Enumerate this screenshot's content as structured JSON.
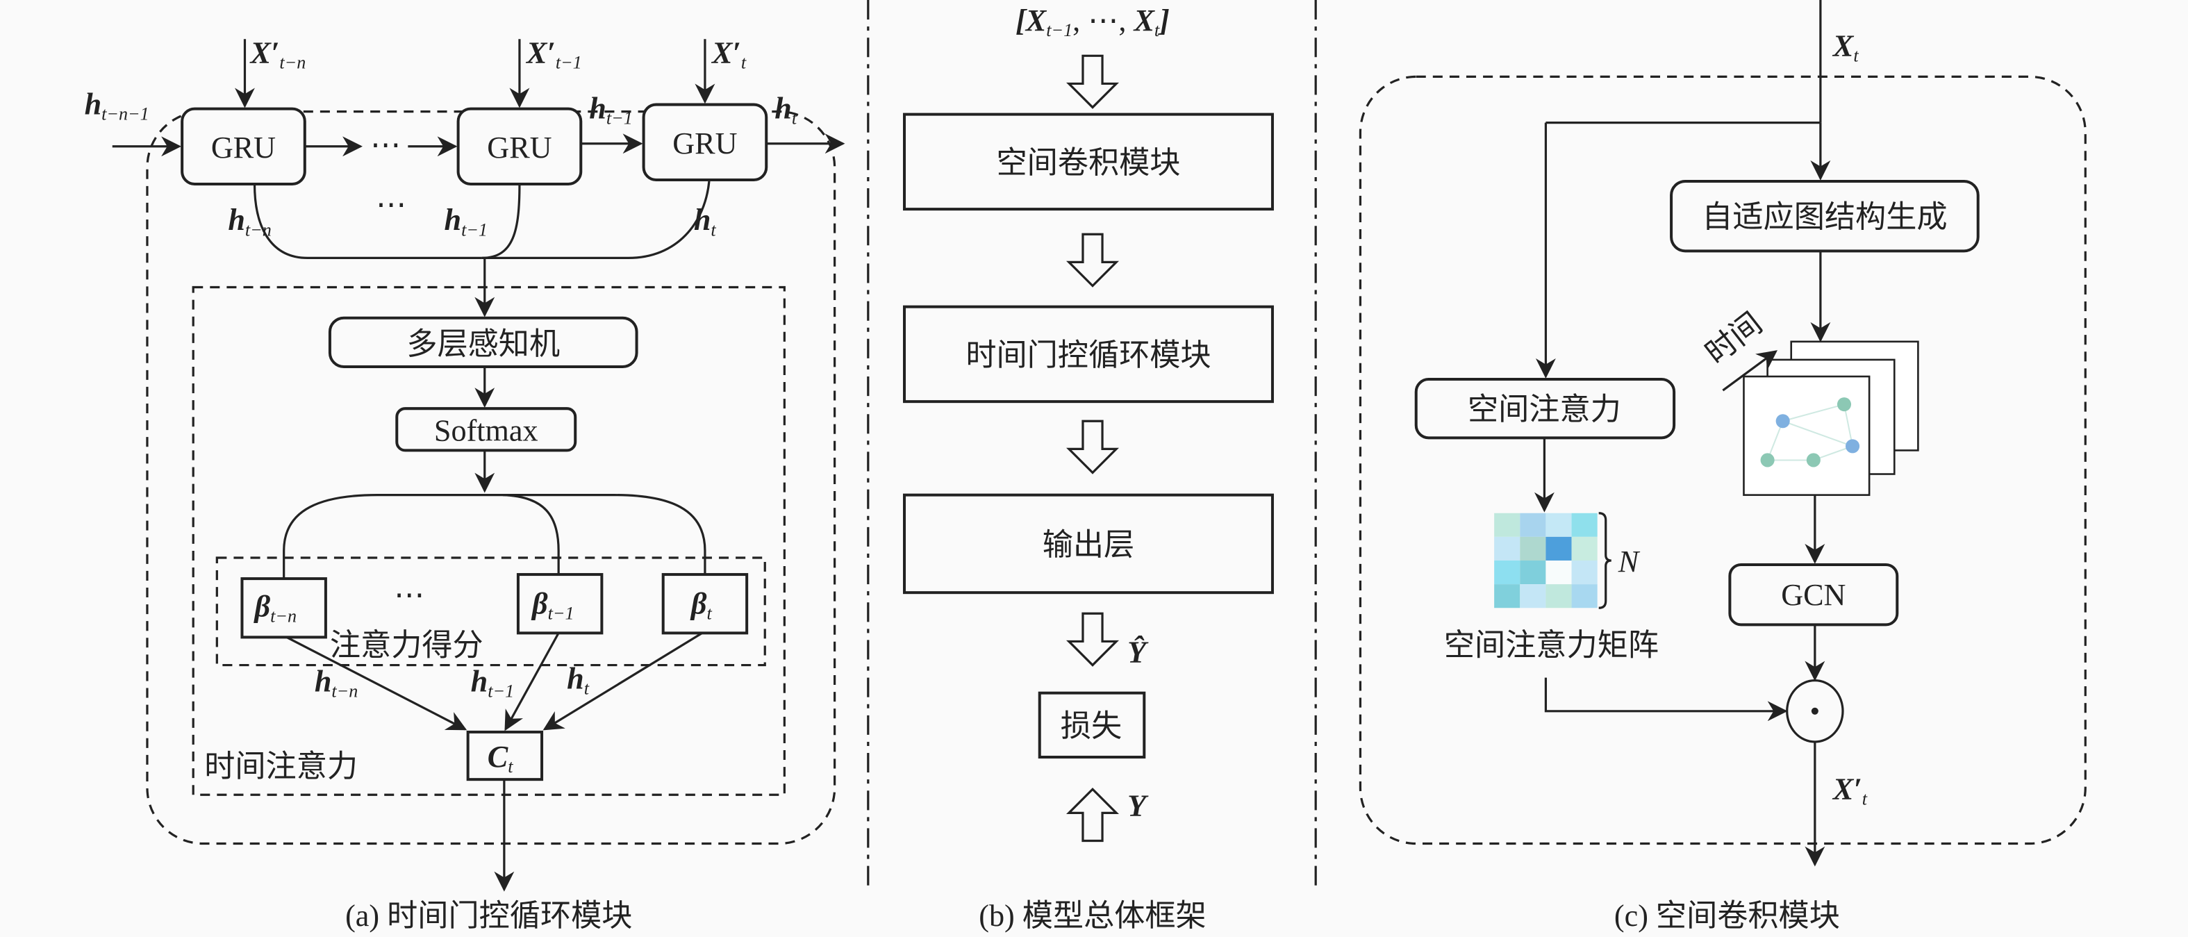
{
  "panel_a": {
    "caption": "(a) 时间门控循环模块",
    "gru_label": "GRU",
    "x_tn": {
      "base": "X′",
      "sub": "t−n"
    },
    "x_t1": {
      "base": "X′",
      "sub": "t−1"
    },
    "x_t": {
      "base": "X′",
      "sub": "t"
    },
    "h_tn1": {
      "base": "h",
      "sub": "t−n−1"
    },
    "h_t1_top": {
      "base": "h",
      "sub": "t−1"
    },
    "h_t_top": {
      "base": "h",
      "sub": "t"
    },
    "h_tn": {
      "base": "h",
      "sub": "t−n"
    },
    "h_t1": {
      "base": "h",
      "sub": "t−1"
    },
    "h_t": {
      "base": "h",
      "sub": "t"
    },
    "ellipsis": "⋯",
    "mlp": "多层感知机",
    "softmax": "Softmax",
    "beta_tn": {
      "base": "β",
      "sub": "t−n"
    },
    "beta_t1": {
      "base": "β",
      "sub": "t−1"
    },
    "beta_t": {
      "base": "β",
      "sub": "t"
    },
    "score_label": "注意力得分",
    "c_t": {
      "base": "C",
      "sub": "t"
    },
    "temporal_attention": "时间注意力"
  },
  "panel_b": {
    "caption": "(b) 模型总体框架",
    "input": {
      "open": "[",
      "x1": "X",
      "s1": "t−1",
      "mid": ", ⋯, ",
      "x2": "X",
      "s2": "t",
      "close": "]"
    },
    "spatial_module": "空间卷积模块",
    "temporal_module": "时间门控循环模块",
    "output_layer": "输出层",
    "loss": "损失",
    "y_hat": "Ŷ",
    "y": "Y"
  },
  "panel_c": {
    "caption": "(c) 空间卷积模块",
    "x_in": {
      "base": "X",
      "sub": "t"
    },
    "adaptive_graph": "自适应图结构生成",
    "time_label": "时间",
    "spatial_attention": "空间注意力",
    "matrix_label": "空间注意力矩阵",
    "n_label": "N",
    "gcn": "GCN",
    "hadamard": "⊙",
    "x_out": {
      "base": "X′",
      "sub": "t"
    },
    "matrix_colors": [
      [
        "#bfe8dd",
        "#a8d4ee",
        "#c4e8f6",
        "#8fe0ec"
      ],
      [
        "#c4e6f6",
        "#aed8cf",
        "#4d9fdc",
        "#c8ece0"
      ],
      [
        "#8ddff0",
        "#7fcfdc",
        "#f8fcfc",
        "#c4e6f6"
      ],
      [
        "#80d0dc",
        "#c4e6f6",
        "#c0e8dd",
        "#a8d8f0"
      ]
    ],
    "node_colors": [
      "#8cc8b4",
      "#7fb0e0",
      "#5fd0b0"
    ]
  }
}
